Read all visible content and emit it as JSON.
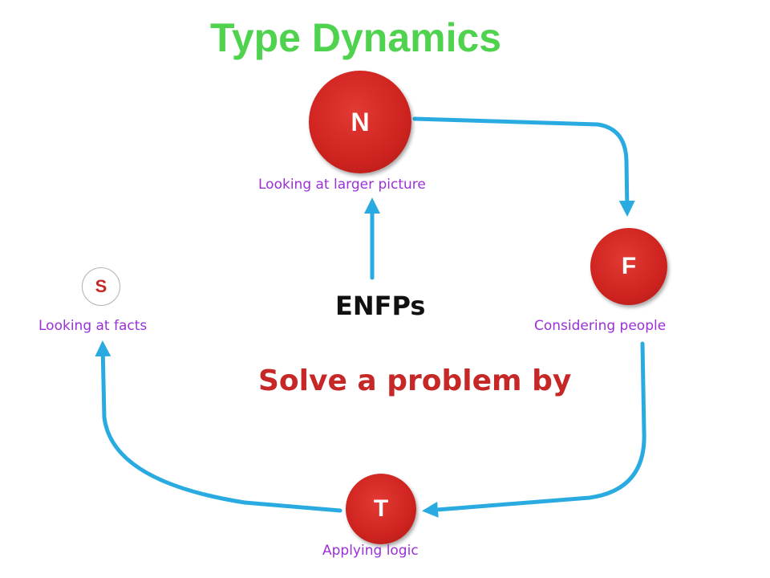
{
  "title": "Type Dynamics",
  "center_label": "ENFPs",
  "subtitle": "Solve a problem by",
  "nodes": {
    "n": {
      "letter": "N",
      "caption": "Looking at larger picture"
    },
    "f": {
      "letter": "F",
      "caption": "Considering people"
    },
    "t": {
      "letter": "T",
      "caption": "Applying logic"
    },
    "s": {
      "letter": "S",
      "caption": "Looking at facts"
    }
  },
  "colors": {
    "title": "#4fd34f",
    "node_fill": "#cf231f",
    "caption": "#9b30d9",
    "subtitle": "#c62828",
    "arrow": "#29abe2"
  }
}
